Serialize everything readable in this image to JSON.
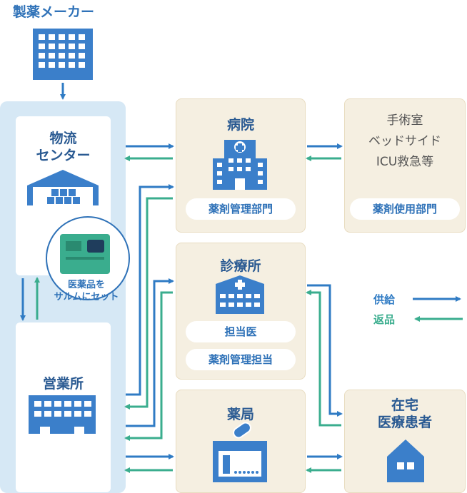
{
  "manufacturer": {
    "label": "製薬メーカー"
  },
  "distribution_center": {
    "label_line1": "物流",
    "label_line2": "センター"
  },
  "sales_office": {
    "label": "営業所"
  },
  "device": {
    "caption_line1": "医薬品を",
    "caption_line2": "サルムにセット"
  },
  "hospital": {
    "label": "病院",
    "pill": "薬剤管理部門"
  },
  "or_unit": {
    "line1": "手術室",
    "line2": "ベッドサイド",
    "line3": "ICU救急等",
    "pill": "薬剤使用部門"
  },
  "clinic": {
    "label": "診療所",
    "pill1": "担当医",
    "pill2": "薬剤管理担当"
  },
  "pharmacy": {
    "label": "薬局"
  },
  "home_patient": {
    "line1": "在宅",
    "line2": "医療患者"
  },
  "legend": {
    "supply": "供給",
    "return": "返品"
  },
  "colors": {
    "supply": "#2f7bc4",
    "return": "#3aad8e",
    "icon": "#3b7fca",
    "beige": "#f5efe1"
  }
}
